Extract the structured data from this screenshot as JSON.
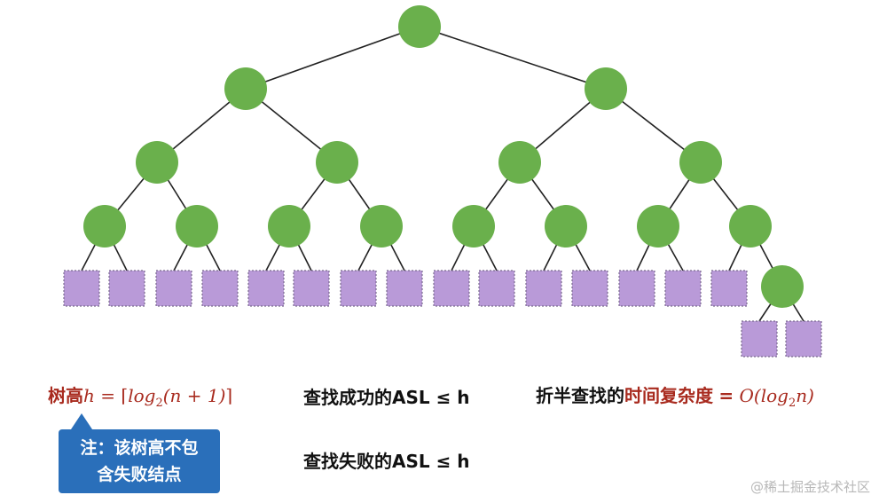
{
  "diagram": {
    "node_color": "#6ab04c",
    "leaf_color": "#b99ad8",
    "internal_node_count": 16,
    "failure_leaf_count": 17
  },
  "formula_height": {
    "label": "树高",
    "expr_lhs": "h",
    "eq": "=",
    "lceil": "⌈",
    "log": "log",
    "base": "2",
    "arg": "(n + 1)",
    "rceil": "⌉"
  },
  "asl_success": "查找成功的ASL ≤ h",
  "asl_fail": "查找失败的ASL ≤ h",
  "complexity": {
    "prefix": "折半查找的",
    "highlight": "时间复杂度",
    "eq": "=",
    "O": "O(",
    "log": "log",
    "base": "2",
    "arg": "n",
    "close": ")"
  },
  "note": {
    "line1": "注：该树高不包",
    "line2": "含失败结点"
  },
  "watermark": "@稀土掘金技术社区"
}
